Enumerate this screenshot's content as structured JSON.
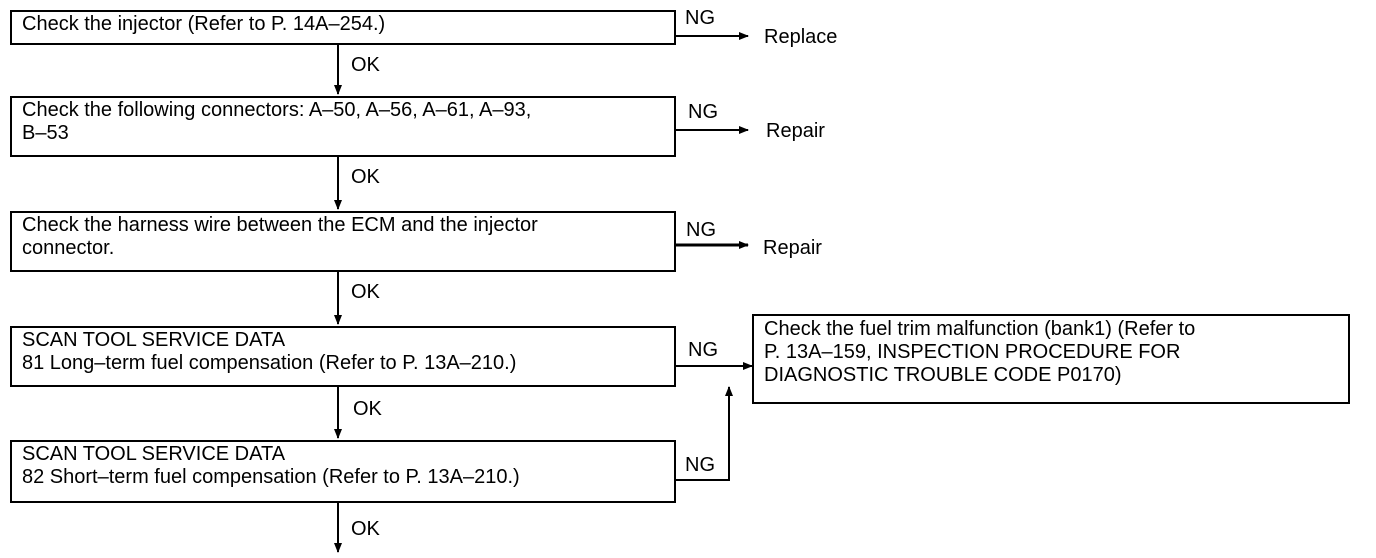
{
  "steps": [
    {
      "id": "step1",
      "lines": [
        "Check the injector (Refer to P. 14A–254.)"
      ],
      "ng_label": "NG",
      "ok_label": "OK",
      "ng_result": "Replace"
    },
    {
      "id": "step2",
      "lines": [
        "Check the following connectors: A–50, A–56, A–61, A–93,",
        "B–53"
      ],
      "ng_label": "NG",
      "ok_label": "OK",
      "ng_result": "Repair"
    },
    {
      "id": "step3",
      "lines": [
        "Check the harness wire between the ECM and the injector",
        "connector."
      ],
      "ng_label": "NG",
      "ok_label": "OK",
      "ng_result": "Repair"
    },
    {
      "id": "step4",
      "lines": [
        "SCAN TOOL SERVICE DATA",
        "81 Long–term fuel compensation (Refer to P. 13A–210.)"
      ],
      "ng_label": "NG",
      "ok_label": "OK"
    },
    {
      "id": "step5",
      "lines": [
        "SCAN TOOL SERVICE DATA",
        "82 Short–term fuel compensation (Refer to P. 13A–210.)"
      ],
      "ng_label": "NG",
      "ok_label": "OK"
    }
  ],
  "fuel_trim_box": {
    "lines": [
      "Check the fuel trim malfunction (bank1) (Refer to",
      "P. 13A–159, INSPECTION PROCEDURE FOR",
      "DIAGNOSTIC TROUBLE CODE P0170)"
    ]
  }
}
